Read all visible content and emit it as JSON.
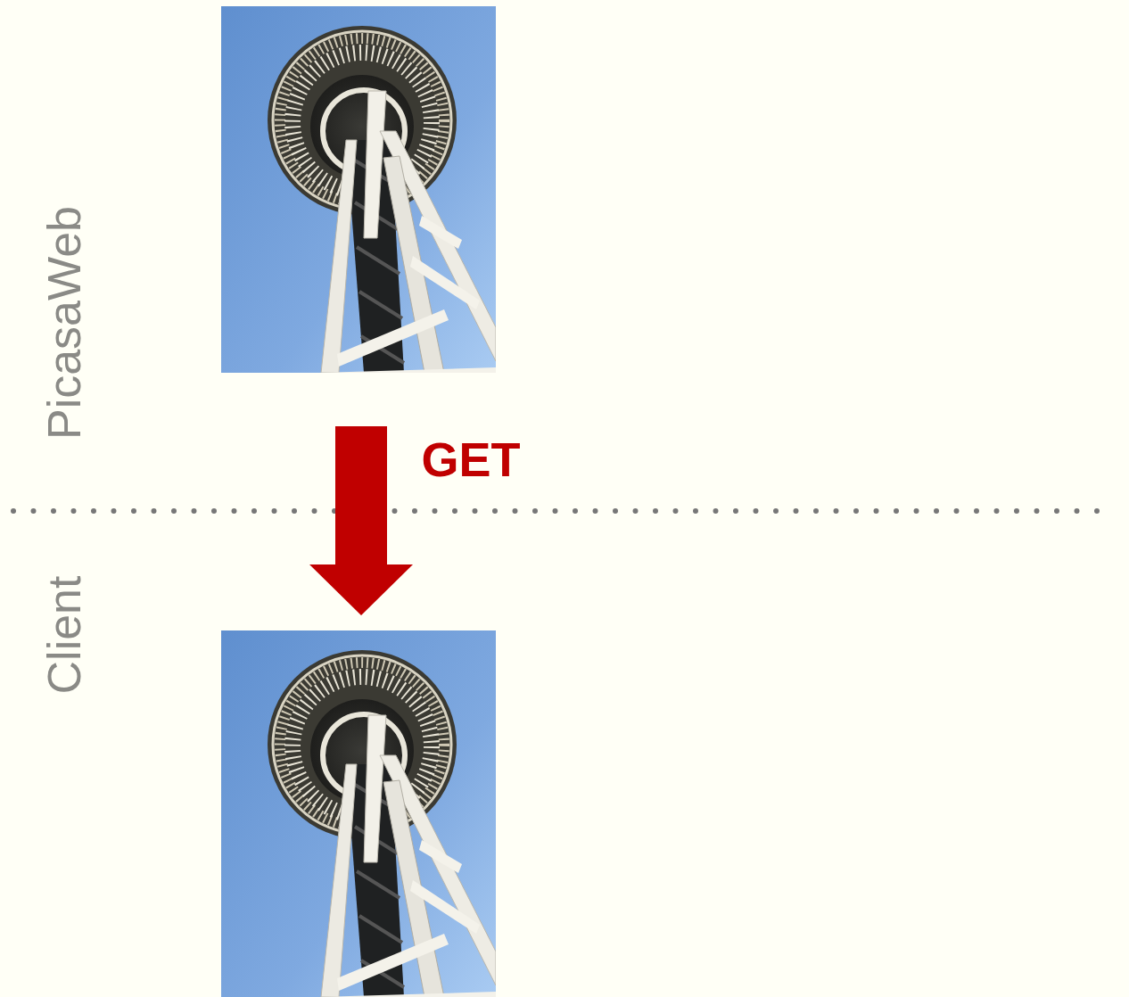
{
  "diagram": {
    "labels": [
      "PicasaWeb",
      "Client",
      "GET"
    ]
  }
}
